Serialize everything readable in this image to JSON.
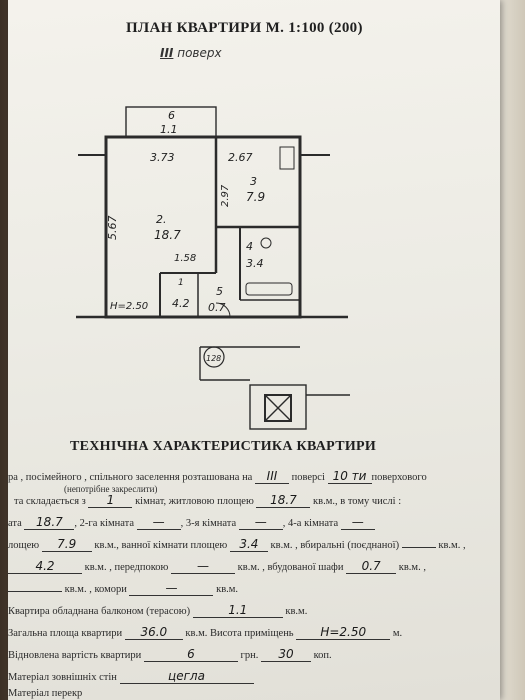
{
  "header": {
    "title": "ПЛАН КВАРТИРИ М. 1:100 (200)",
    "floor_roman": "III",
    "floor_word": "поверх"
  },
  "plan": {
    "balcony_no": "6",
    "balcony_area": "1.1",
    "room2_width": "3.73",
    "room2_length": "5.67",
    "room2_no": "2.",
    "room2_area": "18.7",
    "room3_width": "2.67",
    "room3_length": "2.97",
    "room3_no": "3",
    "room3_area": "7.9",
    "room4_no": "4",
    "room4_area": "3.4",
    "room1_width": "1.58",
    "room1_no": "1",
    "room1_area": "4.2",
    "room5_no": "5",
    "room5_area": "0.7",
    "height_label": "H=2.50",
    "circle_label": "128"
  },
  "tech": {
    "title": "ТЕХНІЧНА ХАРАКТЕРИСТИКА КВАРТИРИ",
    "l1_text": "ра , посімейного , спільного заселення розташована на",
    "l1_floor": "III",
    "l1_mid": "поверсі",
    "l1_total": "10 ти",
    "l1_end": "поверхового",
    "l2_note": "(непотрібне закреслити)",
    "l3_a": "та складається з",
    "l3_rooms": "1",
    "l3_b": "кімнат,  житловою площею",
    "l3_area": "18.7",
    "l3_c": "кв.м.,  в тому числі :",
    "l4_a": "ата",
    "l4_v1": "18.7",
    "l4_b": ", 2-га кімната",
    "l4_v2": "—",
    "l4_c": ", 3-я кімната",
    "l4_v3": "—",
    "l4_d": ", 4-а кімната",
    "l4_v4": "—",
    "l5_a": "лощею",
    "l5_kitchen": "7.9",
    "l5_b": "кв.м., ванної кімнати площею",
    "l5_bath": "3.4",
    "l5_c": "кв.м. , вбиральні (поєднаної)",
    "l5_d": "кв.м. ,",
    "l6_v1": "4.2",
    "l6_a": "кв.м. , передпокою",
    "l6_v2": "—",
    "l6_b": "кв.м. , вбудованої шафи",
    "l6_closet": "0.7",
    "l6_c": "кв.м. ,",
    "l7_a": "кв.м. , комори",
    "l7_v": "—",
    "l7_b": "кв.м.",
    "l8_a": "Квартира обладнана балконом (терасою)",
    "l8_v": "1.1",
    "l8_b": "кв.м.",
    "l9_a": "Загальна площа квартири",
    "l9_total": "36.0",
    "l9_b": "кв.м. Висота приміщень",
    "l9_height": "H=2.50",
    "l9_c": "м.",
    "l10_a": "Відновлена вартість квартири",
    "l10_uah": "6",
    "l10_b": "грн.",
    "l10_kop": "30",
    "l10_c": "коп.",
    "l11_a": "Матеріал зовнішніх стін",
    "l11_v": "цегла",
    "l12_a": "Матеріал перекр"
  }
}
